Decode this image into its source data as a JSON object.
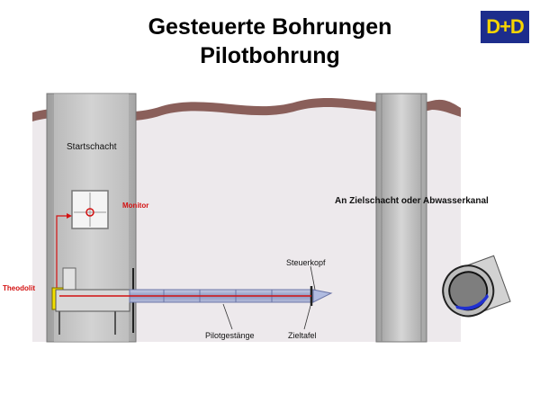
{
  "slide": {
    "title_line1": "Gesteuerte Bohrungen",
    "title_line2": "Pilotbohrung",
    "logo_text": "D+D"
  },
  "labels": {
    "start_shaft": "Startschacht",
    "monitor": "Monitor",
    "theodolite": "Theodolit",
    "target": "An Zielschacht oder Abwasserkanal",
    "steering_head": "Steuerkopf",
    "pilot_rods": "Pilotgestänge",
    "target_board": "Zieltafel"
  },
  "colors": {
    "soil": "#ede9ec",
    "surface": "#8a5f5a",
    "shaft": "#c4c4c4",
    "pipe": "#9ea7c8",
    "laser": "#d31111",
    "water": "#2030d0",
    "logo_bg": "#1d2d8c",
    "logo_text": "#f5d400"
  }
}
